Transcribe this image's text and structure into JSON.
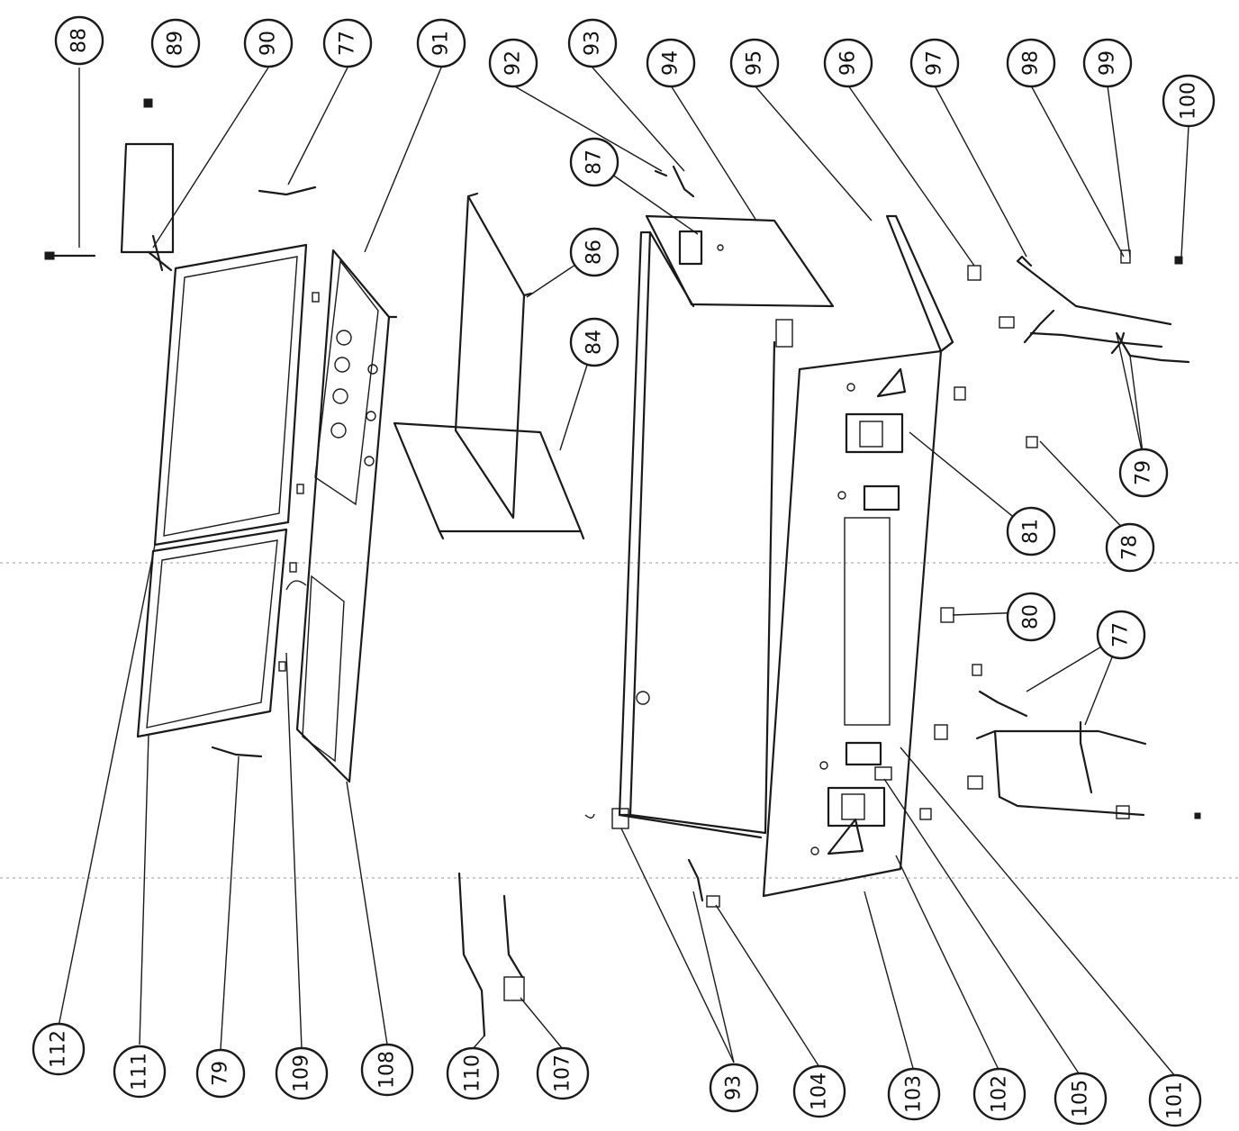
{
  "callouts": {
    "c88": "88",
    "c89": "89",
    "c90": "90",
    "c77a": "77",
    "c91": "91",
    "c92": "92",
    "c93a": "93",
    "c94": "94",
    "c95": "95",
    "c96": "96",
    "c97": "97",
    "c98": "98",
    "c99": "99",
    "c100": "100",
    "c87": "87",
    "c86": "86",
    "c84": "84",
    "c81": "81",
    "c79a": "79",
    "c78": "78",
    "c80": "80",
    "c77b": "77",
    "c112": "112",
    "c111": "111",
    "c79b": "79",
    "c109": "109",
    "c108": "108",
    "c110": "110",
    "c107": "107",
    "c93b": "93",
    "c104": "104",
    "c103": "103",
    "c102": "102",
    "c105": "105",
    "c101": "101"
  }
}
